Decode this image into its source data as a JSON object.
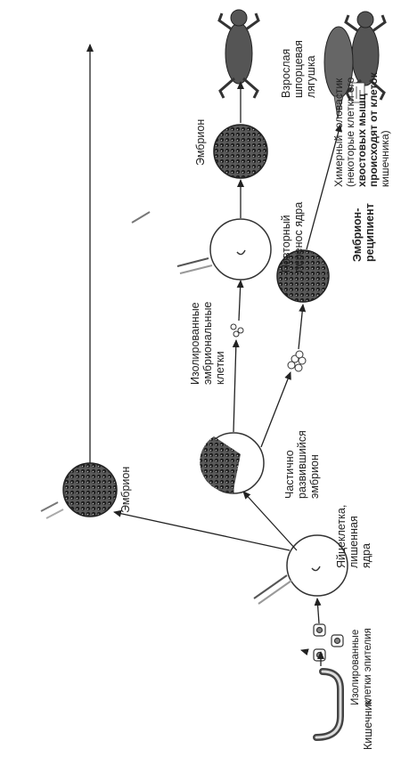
{
  "labels": {
    "intestine": "Кишечник",
    "isolated_epithelial": [
      "Изолированные",
      "клетки эпителия"
    ],
    "egg_enucleated": [
      "Яйцеклетка,",
      "лишенная",
      "ядра"
    ],
    "embryo_top": "Эмбрион",
    "partial_embryo": [
      "Частично",
      "развившийся",
      "эмбрион"
    ],
    "isolated_embryonic": [
      "Изолированные",
      "эмбриональные",
      "клетки"
    ],
    "repeat_transfer": [
      "Повторный",
      "перенос ядра"
    ],
    "embryo_mid": "Эмбрион",
    "recipient_embryo": [
      "Эмбрион-",
      "реципиент"
    ],
    "adult_frog": [
      "Взрослая",
      "шпорцевая",
      "лягушка"
    ],
    "chimeric_tadpole": [
      "Химерный головастик",
      "(некоторые клетки его",
      "хвостовых мышц",
      "происходят от клеток",
      "кишечника)"
    ]
  },
  "colors": {
    "ink": "#222222",
    "cell": "#3a3a3a"
  }
}
